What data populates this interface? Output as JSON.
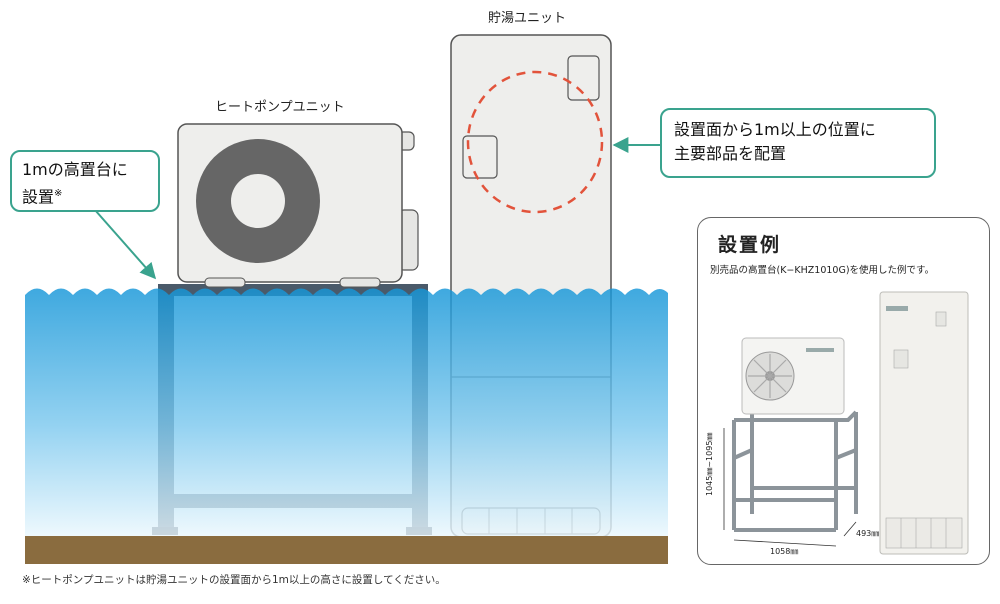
{
  "labels": {
    "tank_unit": "貯湯ユニット",
    "heat_pump_unit": "ヒートポンプユニット"
  },
  "callouts": {
    "platform_line1": "1mの高置台に",
    "platform_line2": "設置",
    "platform_mark": "※",
    "parts_line1": "設置面から1m以上の位置に",
    "parts_line2": "主要部品を配置"
  },
  "example": {
    "title": "設置例",
    "caption": "別売品の高置台(K−KHZ1010G)を使用した例です。",
    "dim_height": "1045㎜~1095㎜",
    "dim_width": "1058㎜",
    "dim_depth": "493㎜"
  },
  "footnote": "※ヒートポンプユニットは貯湯ユニットの設置面から1m以上の高さに設置してください。",
  "colors": {
    "water_top": "#1596d8",
    "water_bottom": "#e8f6fd",
    "ground": "#8a6c3f",
    "accent": "#3aa38e",
    "dashed_circle": "#e2533b",
    "stand": "#4a5a6a",
    "unit_body": "#eeeeec"
  }
}
